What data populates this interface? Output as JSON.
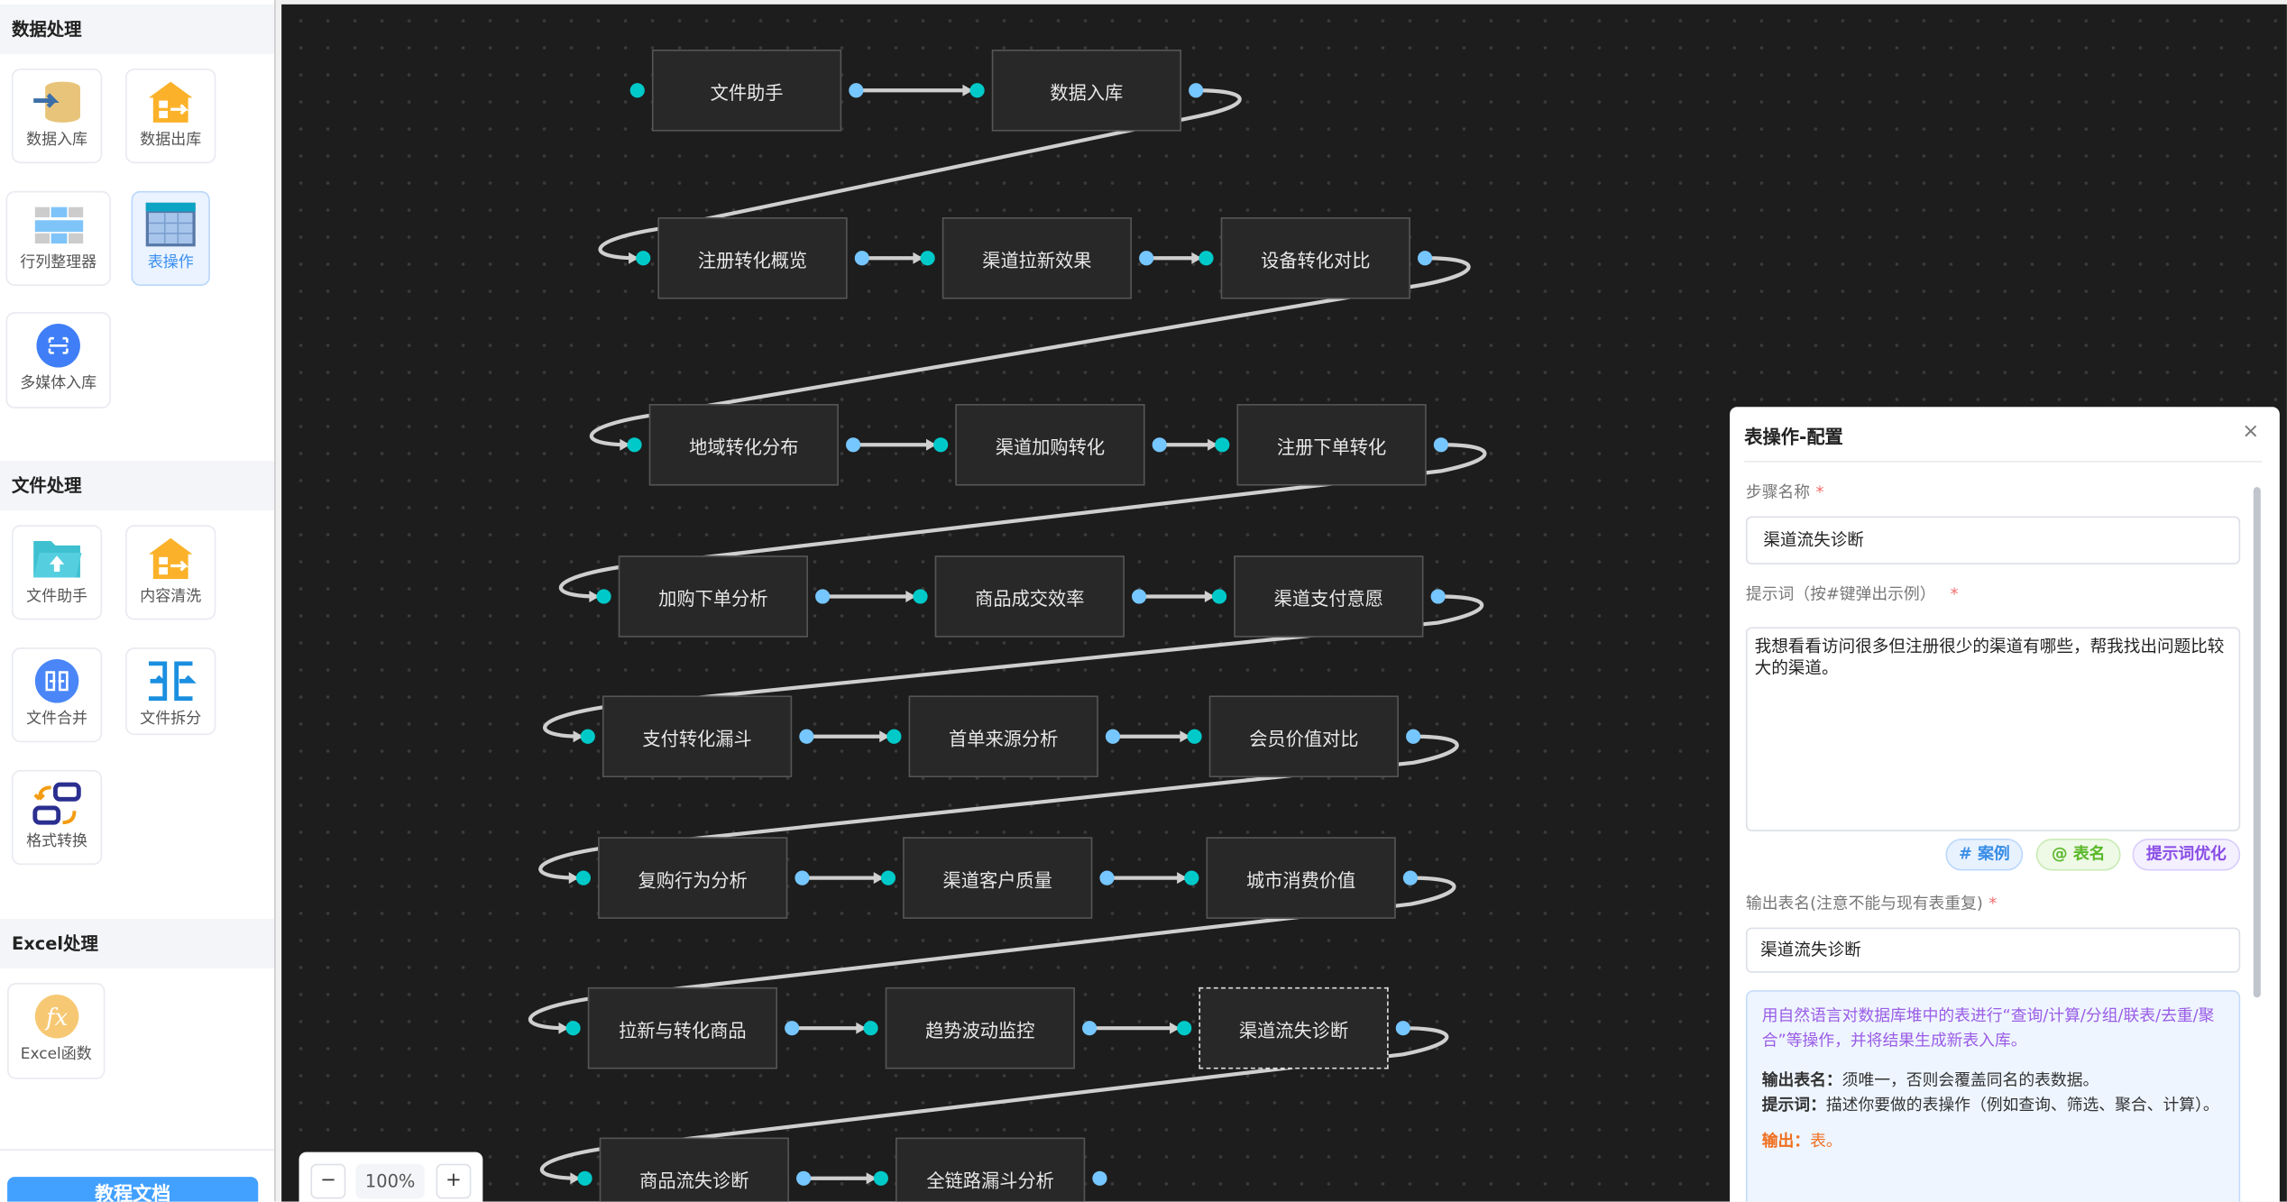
{
  "sidebar": {
    "sections": [
      {
        "title": "数据处理",
        "items": [
          {
            "label": "数据入库",
            "icon": "database-import-icon"
          },
          {
            "label": "数据出库",
            "icon": "database-export-icon"
          },
          {
            "label": "行列整理器",
            "icon": "grid-icon"
          },
          {
            "label": "表操作",
            "icon": "table-icon",
            "selected": true
          },
          {
            "label": "多媒体入库",
            "icon": "media-scan-icon"
          }
        ]
      },
      {
        "title": "文件处理",
        "items": [
          {
            "label": "文件助手",
            "icon": "folder-upload-icon"
          },
          {
            "label": "内容清洗",
            "icon": "house-arrow-icon"
          },
          {
            "label": "文件合并",
            "icon": "merge-icon"
          },
          {
            "label": "文件拆分",
            "icon": "split-icon"
          },
          {
            "label": "格式转换",
            "icon": "convert-icon"
          }
        ]
      },
      {
        "title": "Excel处理",
        "items": [
          {
            "label": "Excel函数",
            "icon": "fx-icon"
          }
        ]
      }
    ],
    "doc_button": "教程文档"
  },
  "canvas": {
    "rows": [
      [
        "文件助手",
        "数据入库"
      ],
      [
        "注册转化概览",
        "渠道拉新效果",
        "设备转化对比"
      ],
      [
        "地域转化分布",
        "渠道加购转化",
        "注册下单转化"
      ],
      [
        "加购下单分析",
        "商品成交效率",
        "渠道支付意愿"
      ],
      [
        "支付转化漏斗",
        "首单来源分析",
        "会员价值对比"
      ],
      [
        "复购行为分析",
        "渠道客户质量",
        "城市消费价值"
      ],
      [
        "拉新与转化商品",
        "趋势波动监控",
        "渠道流失诊断"
      ],
      [
        "商品流失诊断",
        "全链路漏斗分析"
      ]
    ],
    "selected_node": "渠道流失诊断",
    "zoom": {
      "minus": "−",
      "value": "100%",
      "plus": "+"
    }
  },
  "panel": {
    "title": "表操作-配置",
    "close": "×",
    "step_name_label": "步骤名称",
    "step_name_value": "渠道流失诊断",
    "prompt_label": "提示词（按#键弹出示例）",
    "prompt_value": "我想看看访问很多但注册很少的渠道有哪些，帮我找出问题比较大的渠道。",
    "chips": [
      "# 案例",
      "@ 表名",
      "提示词优化"
    ],
    "output_label": "输出表名(注意不能与现有表重复)",
    "output_value": "渠道流失诊断",
    "required": "*",
    "info": {
      "intro": "用自然语言对数据库堆中的表进行“查询/计算/分组/联表/去重/聚合”等操作，并将结果生成新表入库。",
      "out_name_key": "输出表名：",
      "out_name_val": "须唯一，否则会覆盖同名的表数据。",
      "prompt_key": "提示词：",
      "prompt_val": "描述你要做的表操作（例如查询、筛选、聚合、计算）。",
      "output_key": "输出：",
      "output_val": "表。"
    }
  }
}
